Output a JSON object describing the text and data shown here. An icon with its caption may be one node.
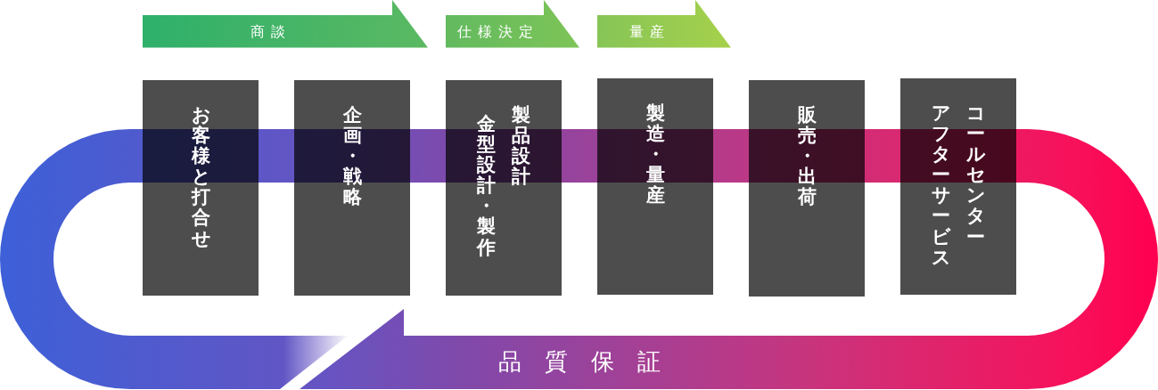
{
  "diagram": {
    "nodes": [
      {
        "text": [
          "商談"
        ]
      },
      {
        "text": [
          "仕様決定"
        ]
      },
      {
        "text": [
          "量産"
        ]
      },
      {
        "text": [
          "お客様と打合せ"
        ]
      },
      {
        "text": [
          "企画・戦略"
        ]
      },
      {
        "text": [
          "金型設計・製作",
          "製品設計"
        ]
      },
      {
        "text": [
          "製造・量産"
        ]
      },
      {
        "text": [
          "販売・出荷"
        ]
      },
      {
        "text": [
          "アフターサービス",
          "コールセンター"
        ]
      },
      {
        "text": [
          "品質保証"
        ]
      }
    ]
  }
}
